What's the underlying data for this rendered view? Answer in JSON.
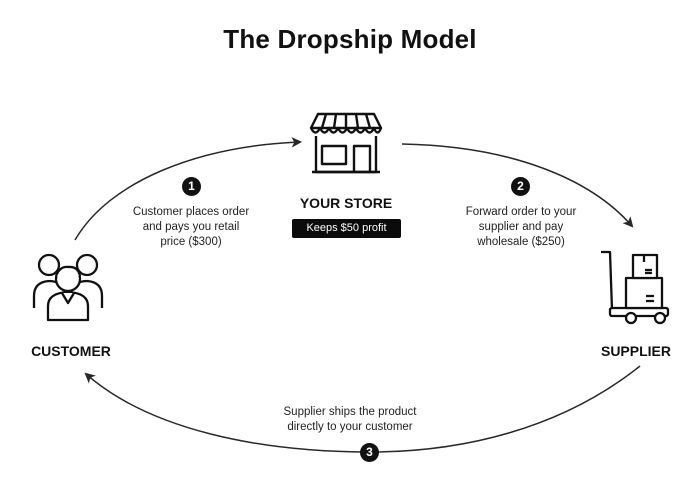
{
  "title": "The Dropship Model",
  "nodes": {
    "store": {
      "label": "YOUR STORE",
      "badge": "Keeps $50 profit",
      "icon": "storefront-icon"
    },
    "customer": {
      "label": "CUSTOMER",
      "icon": "customers-icon"
    },
    "supplier": {
      "label": "SUPPLIER",
      "icon": "hand-truck-boxes-icon"
    }
  },
  "steps": [
    {
      "number": "1",
      "line1": "Customer places order",
      "line2": "and pays you retail",
      "line3": "price ($300)"
    },
    {
      "number": "2",
      "line1": "Forward order to your",
      "line2": "supplier and pay",
      "line3": "wholesale ($250)"
    },
    {
      "number": "3",
      "line1": "Supplier ships the product",
      "line2": "directly to your customer"
    }
  ],
  "colors": {
    "ink": "#111111",
    "badge_bg": "#0b0b0b",
    "badge_text": "#ffffff",
    "background": "#ffffff"
  }
}
